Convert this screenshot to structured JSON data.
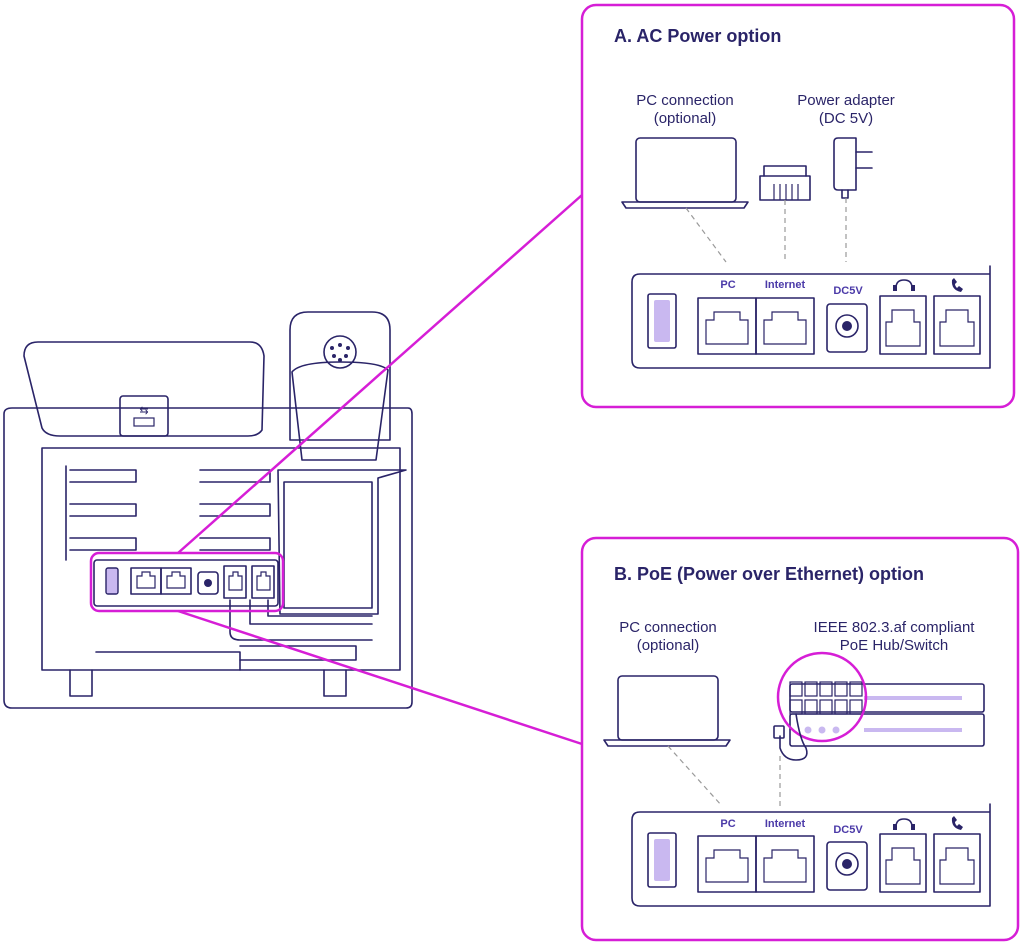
{
  "panel_a": {
    "title": "A. AC Power option",
    "pc_caption_line1": "PC connection",
    "pc_caption_line2": "(optional)",
    "adapter_caption_line1": "Power adapter",
    "adapter_caption_line2": "(DC 5V)"
  },
  "panel_b": {
    "title": "B. PoE (Power over Ethernet) option",
    "pc_caption_line1": "PC connection",
    "pc_caption_line2": "(optional)",
    "switch_caption_line1": "IEEE 802.3.af compliant",
    "switch_caption_line2": "PoE Hub/Switch"
  },
  "port_labels": {
    "pc": "PC",
    "internet": "Internet",
    "dc5v": "DC5V",
    "headset_icon": "headset-icon",
    "handset_icon": "handset-icon"
  },
  "colors": {
    "highlight": "#d61ed6",
    "outline": "#2a2468",
    "accent_fill": "#c9b8f0",
    "connector_dash": "#9a9a9a"
  }
}
